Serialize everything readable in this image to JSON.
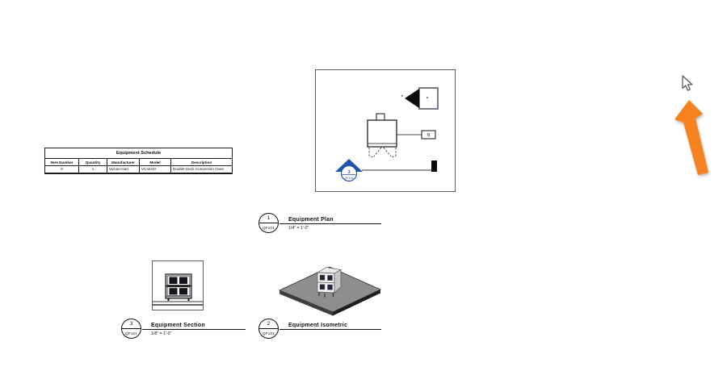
{
  "sheet": {
    "background": "#ffffff"
  },
  "schedule": {
    "title": "Equipment Schedule",
    "columns": [
      "Item Number",
      "Quantity",
      "Manufacturer",
      "Model",
      "Description"
    ],
    "rows": [
      [
        "9",
        "1",
        "Vulcan-Hart",
        "VC44GD",
        "Double-Deck Convection Oven"
      ]
    ]
  },
  "plan_view": {
    "equipment_tag_label": "9",
    "section_marker": {
      "detail_number": "3",
      "sheet_number": "QF101",
      "color": "#2155ad"
    }
  },
  "view_titles": [
    {
      "detail_number": "1",
      "sheet_number": "QF101",
      "title": "Equipment Plan",
      "scale": "1/4\" = 1'-0\""
    },
    {
      "detail_number": "3",
      "sheet_number": "QF101",
      "title": "Equipment Section",
      "scale": "1/8\" = 1'-0\""
    },
    {
      "detail_number": "2",
      "sheet_number": "QF101",
      "title": "Equipment Isometric",
      "scale": ""
    }
  ],
  "annotation": {
    "arrow_color": "#F5821F"
  }
}
